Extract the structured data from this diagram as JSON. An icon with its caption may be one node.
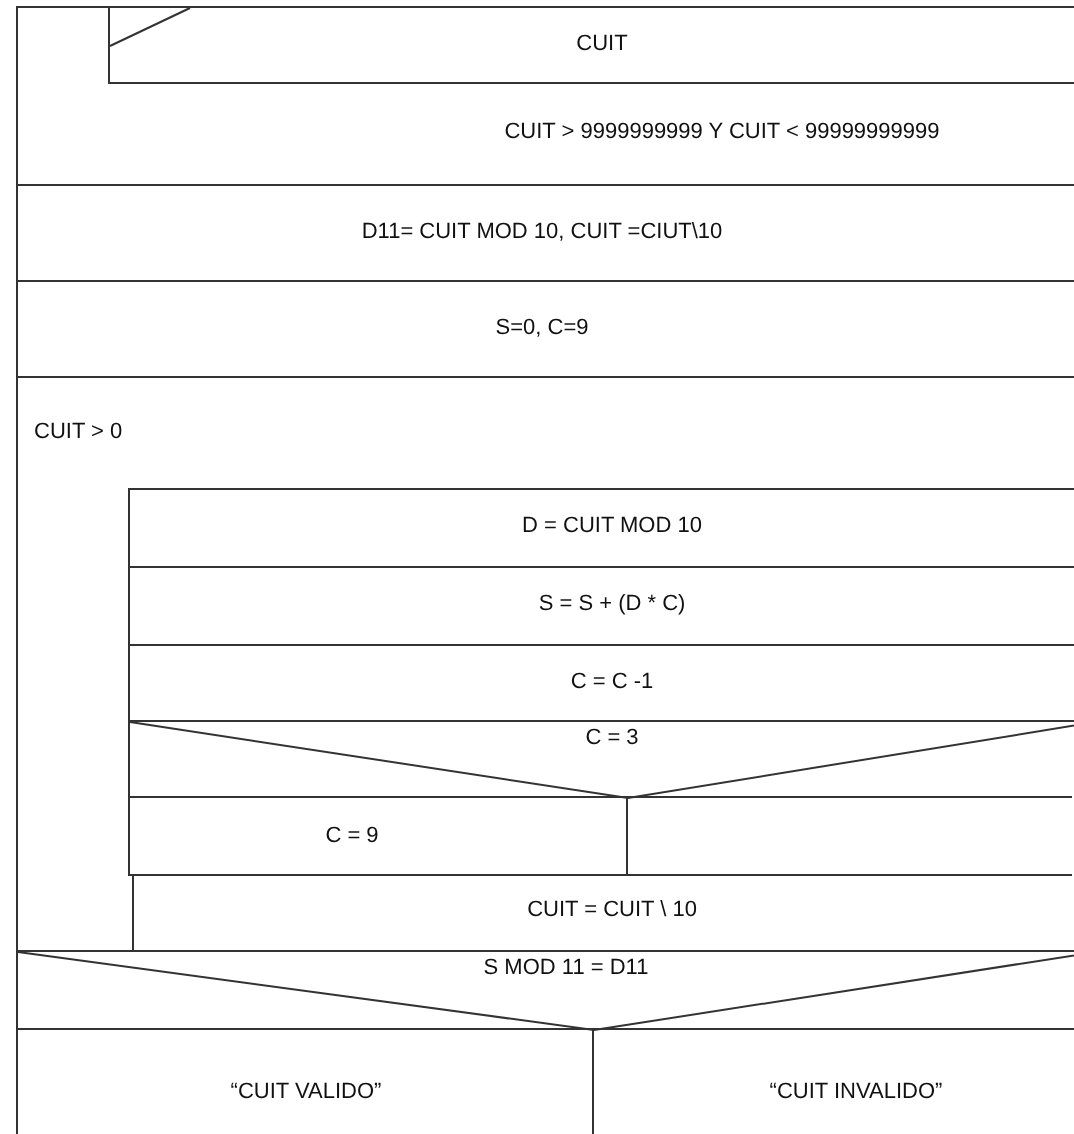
{
  "diagram": {
    "nodes": [
      {
        "text": [
          "CUIT > 9999999999 Y CUIT < 99999999999"
        ]
      },
      {
        "text": [
          "CUIT"
        ],
        "in": 0
      },
      {
        "text": [
          "D11= CUIT MOD 10,  CUIT =CIUT\\10"
        ]
      },
      {
        "text": [
          "S=0, C=9"
        ]
      },
      {
        "text": [
          "CUIT > 0"
        ]
      },
      {
        "text": [
          "D = CUIT MOD 10"
        ],
        "in": 4
      },
      {
        "text": [
          "S = S + (D * C)"
        ],
        "in": 4
      },
      {
        "text": [
          "C = C -1"
        ],
        "in": 4
      },
      {
        "text": [
          "C = 3"
        ],
        "in": 4
      },
      {
        "text": [
          "C = 9"
        ],
        "in": 4
      },
      {
        "text": [],
        "shape": "box",
        "in": 4
      },
      {
        "text": [
          "CUIT = CUIT \\ 10"
        ],
        "in": 4
      },
      {
        "text": [
          "S MOD 11 = D11"
        ]
      },
      {
        "text": [
          "“CUIT VALIDO”"
        ]
      },
      {
        "text": [
          "“CUIT INVALIDO”"
        ]
      }
    ]
  }
}
